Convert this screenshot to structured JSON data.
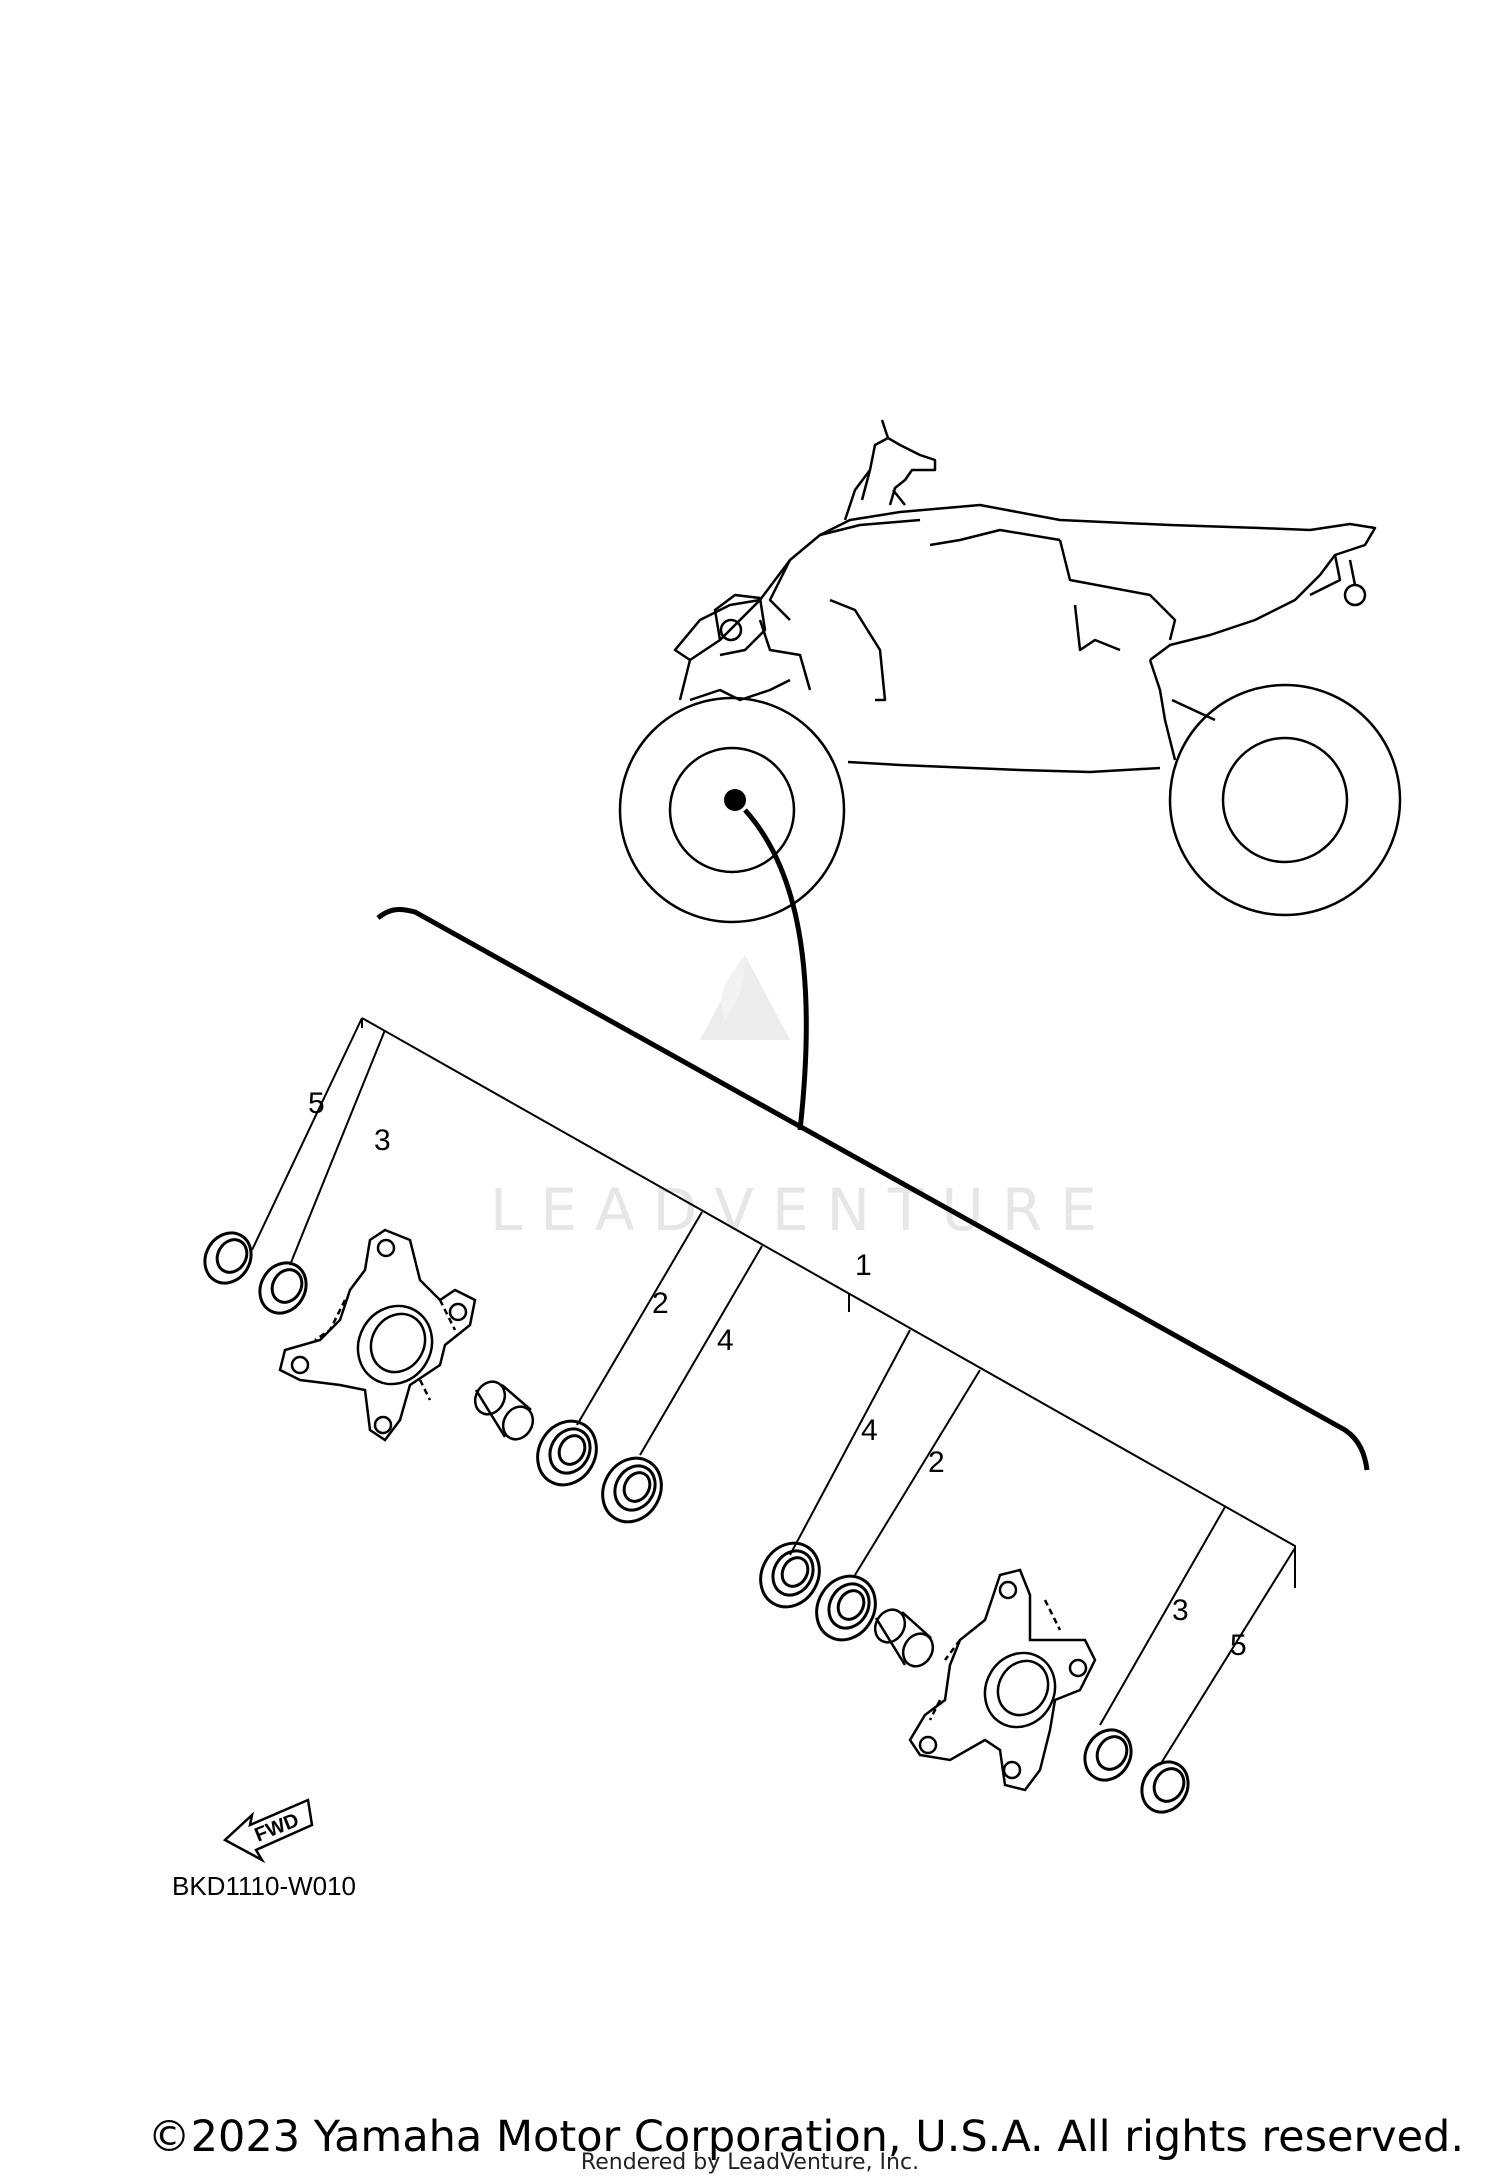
{
  "diagram": {
    "callouts": {
      "c1": "1",
      "c2a": "2",
      "c2b": "2",
      "c3a": "3",
      "c3b": "3",
      "c4a": "4",
      "c4b": "4",
      "c5a": "5",
      "c5b": "5"
    },
    "fwd_label": "FWD",
    "figure_code": "BKD1110-W010",
    "watermark": "LEADVENTURE"
  },
  "footer": {
    "copyright": "©2023 Yamaha Motor Corporation, U.S.A. All rights reserved.",
    "rendered_by": "Rendered by LeadVenture, Inc."
  }
}
